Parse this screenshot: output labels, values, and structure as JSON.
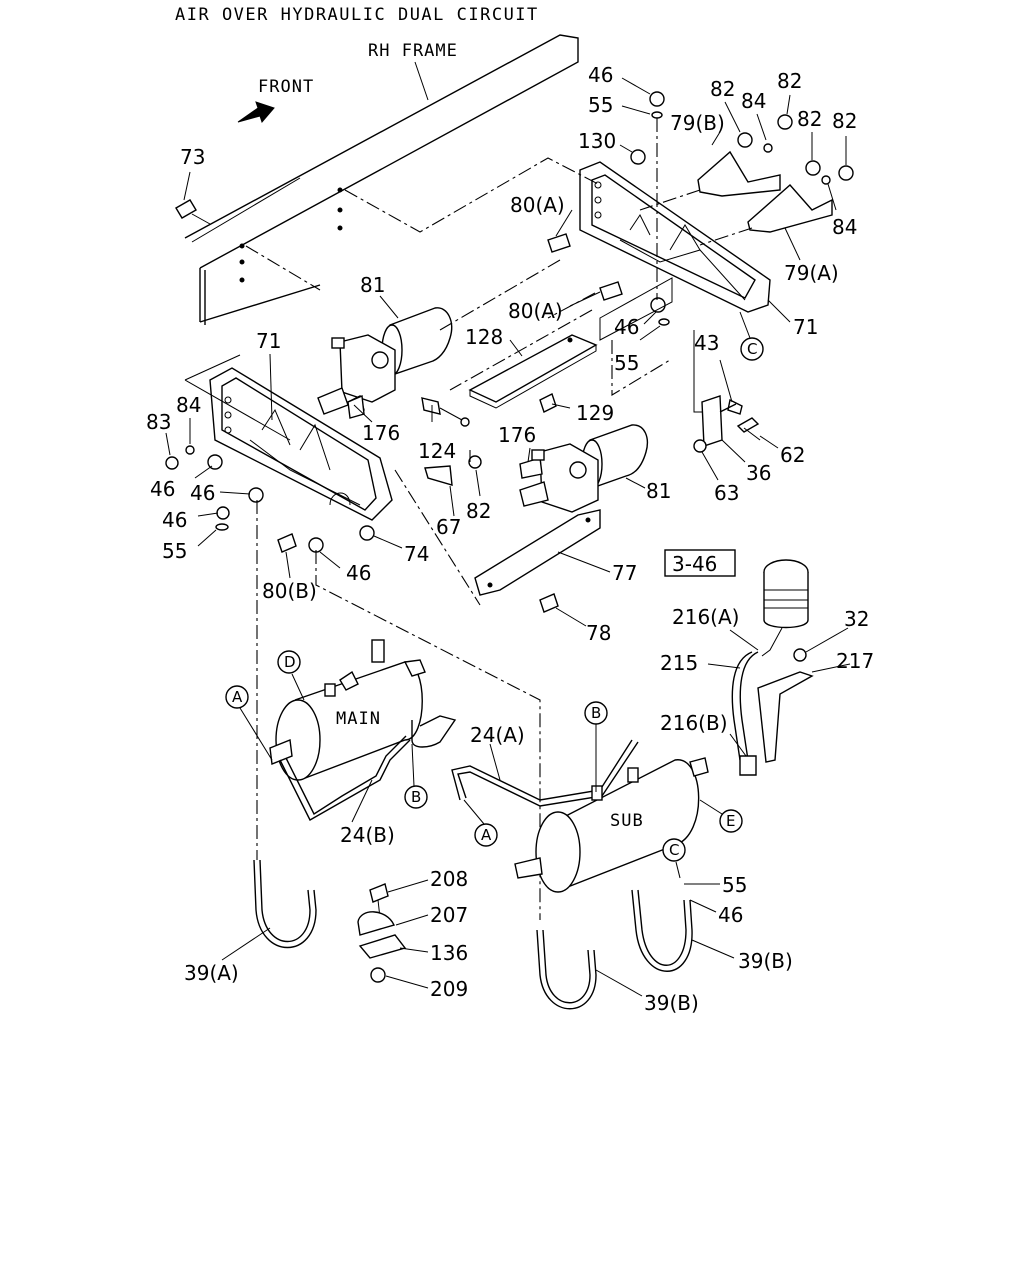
{
  "diagram": {
    "title": "AIR OVER HYDRAULIC DUAL CIRCUIT",
    "notes": {
      "rh_frame": "RH FRAME",
      "front": "FRONT",
      "main_tank": "MAIN",
      "sub_tank": "SUB",
      "ref_box": "3-46"
    },
    "callouts": {
      "c46_top": "46",
      "c55_top": "55",
      "c130": "130",
      "c82_a": "82",
      "c84_a": "84",
      "c82_b": "82",
      "c82_c": "82",
      "c82_d": "82",
      "c79b": "79(B)",
      "c73": "73",
      "c80a_top": "80(A)",
      "c84_b": "84",
      "c79a": "79(A)",
      "c80a_mid": "80(A)",
      "c71_right": "71",
      "c81_top": "81",
      "c128": "128",
      "c46_mid": "46",
      "c55_mid": "55",
      "c43": "43",
      "c71_left": "71",
      "c84_left": "84",
      "c83": "83",
      "c176_a": "176",
      "c124": "124",
      "c129": "129",
      "c176_b": "176",
      "c62": "62",
      "c36": "36",
      "c63": "63",
      "c81_bot": "81",
      "c46_l1": "46",
      "c46_l2": "46",
      "c46_l3": "46",
      "c55_left": "55",
      "c82_mid": "82",
      "c67": "67",
      "c74": "74",
      "c46_bot": "46",
      "c80b": "80(B)",
      "c77": "77",
      "c78": "78",
      "c216a": "216(A)",
      "c32": "32",
      "c215": "215",
      "c217": "217",
      "c216b": "216(B)",
      "c24a": "24(A)",
      "c24b": "24(B)",
      "c208": "208",
      "c207": "207",
      "c136": "136",
      "c209": "209",
      "c55_low": "55",
      "c46_low": "46",
      "c39b_right": "39(B)",
      "c39a": "39(A)",
      "c39b_mid": "39(B)"
    },
    "circled": {
      "A_left": "A",
      "A_mid": "A",
      "B_top": "B",
      "B_mid": "B",
      "C_right": "C",
      "C_low": "C",
      "D": "D",
      "E": "E"
    }
  }
}
